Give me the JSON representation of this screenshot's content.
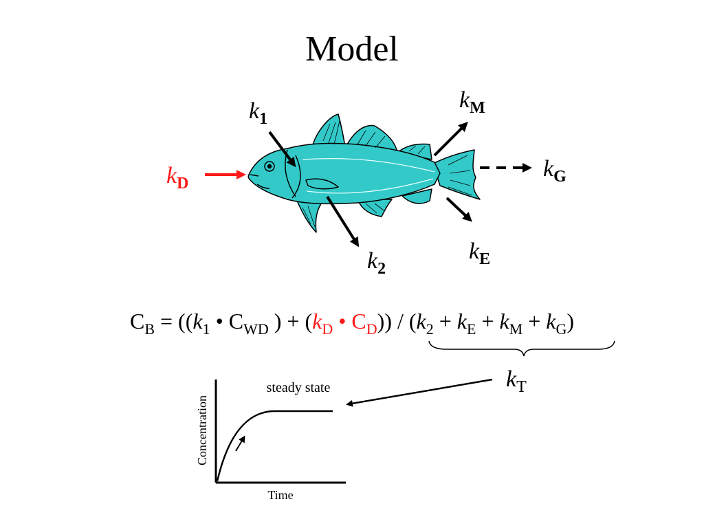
{
  "title": "Model",
  "colors": {
    "fish_body": "#33c9c9",
    "outline": "#000000",
    "highlight": "#ff1a1a"
  },
  "rates": {
    "k1": {
      "k": "k",
      "sub": "1"
    },
    "kD": {
      "k": "k",
      "sub": "D"
    },
    "kM": {
      "k": "k",
      "sub": "M"
    },
    "kG": {
      "k": "k",
      "sub": "G"
    },
    "k2": {
      "k": "k",
      "sub": "2"
    },
    "kE": {
      "k": "k",
      "sub": "E"
    },
    "kT": {
      "k": "k",
      "sub": "T"
    }
  },
  "equation": {
    "cb": "C",
    "cb_sub": "B",
    "eq_open": " = ((",
    "k1": "k",
    "k1_sub": "1",
    "dot1": " • C",
    "cwd_sub": "WD",
    "mid": " ) + (",
    "kd": "k",
    "kd_sub": "D",
    "dot2": " • C",
    "cd_sub": "D",
    "close": ")) / (",
    "k2": "k",
    "k2_sub": "2",
    "plus1": " + ",
    "ke": "k",
    "ke_sub": "E",
    "plus2": " + ",
    "km": "k",
    "km_sub": "M",
    "plus3": " + ",
    "kg": "k",
    "kg_sub": "G",
    "end": ")"
  },
  "graph": {
    "annotation": "steady state",
    "xlabel": "Time",
    "ylabel": "Concentration"
  }
}
